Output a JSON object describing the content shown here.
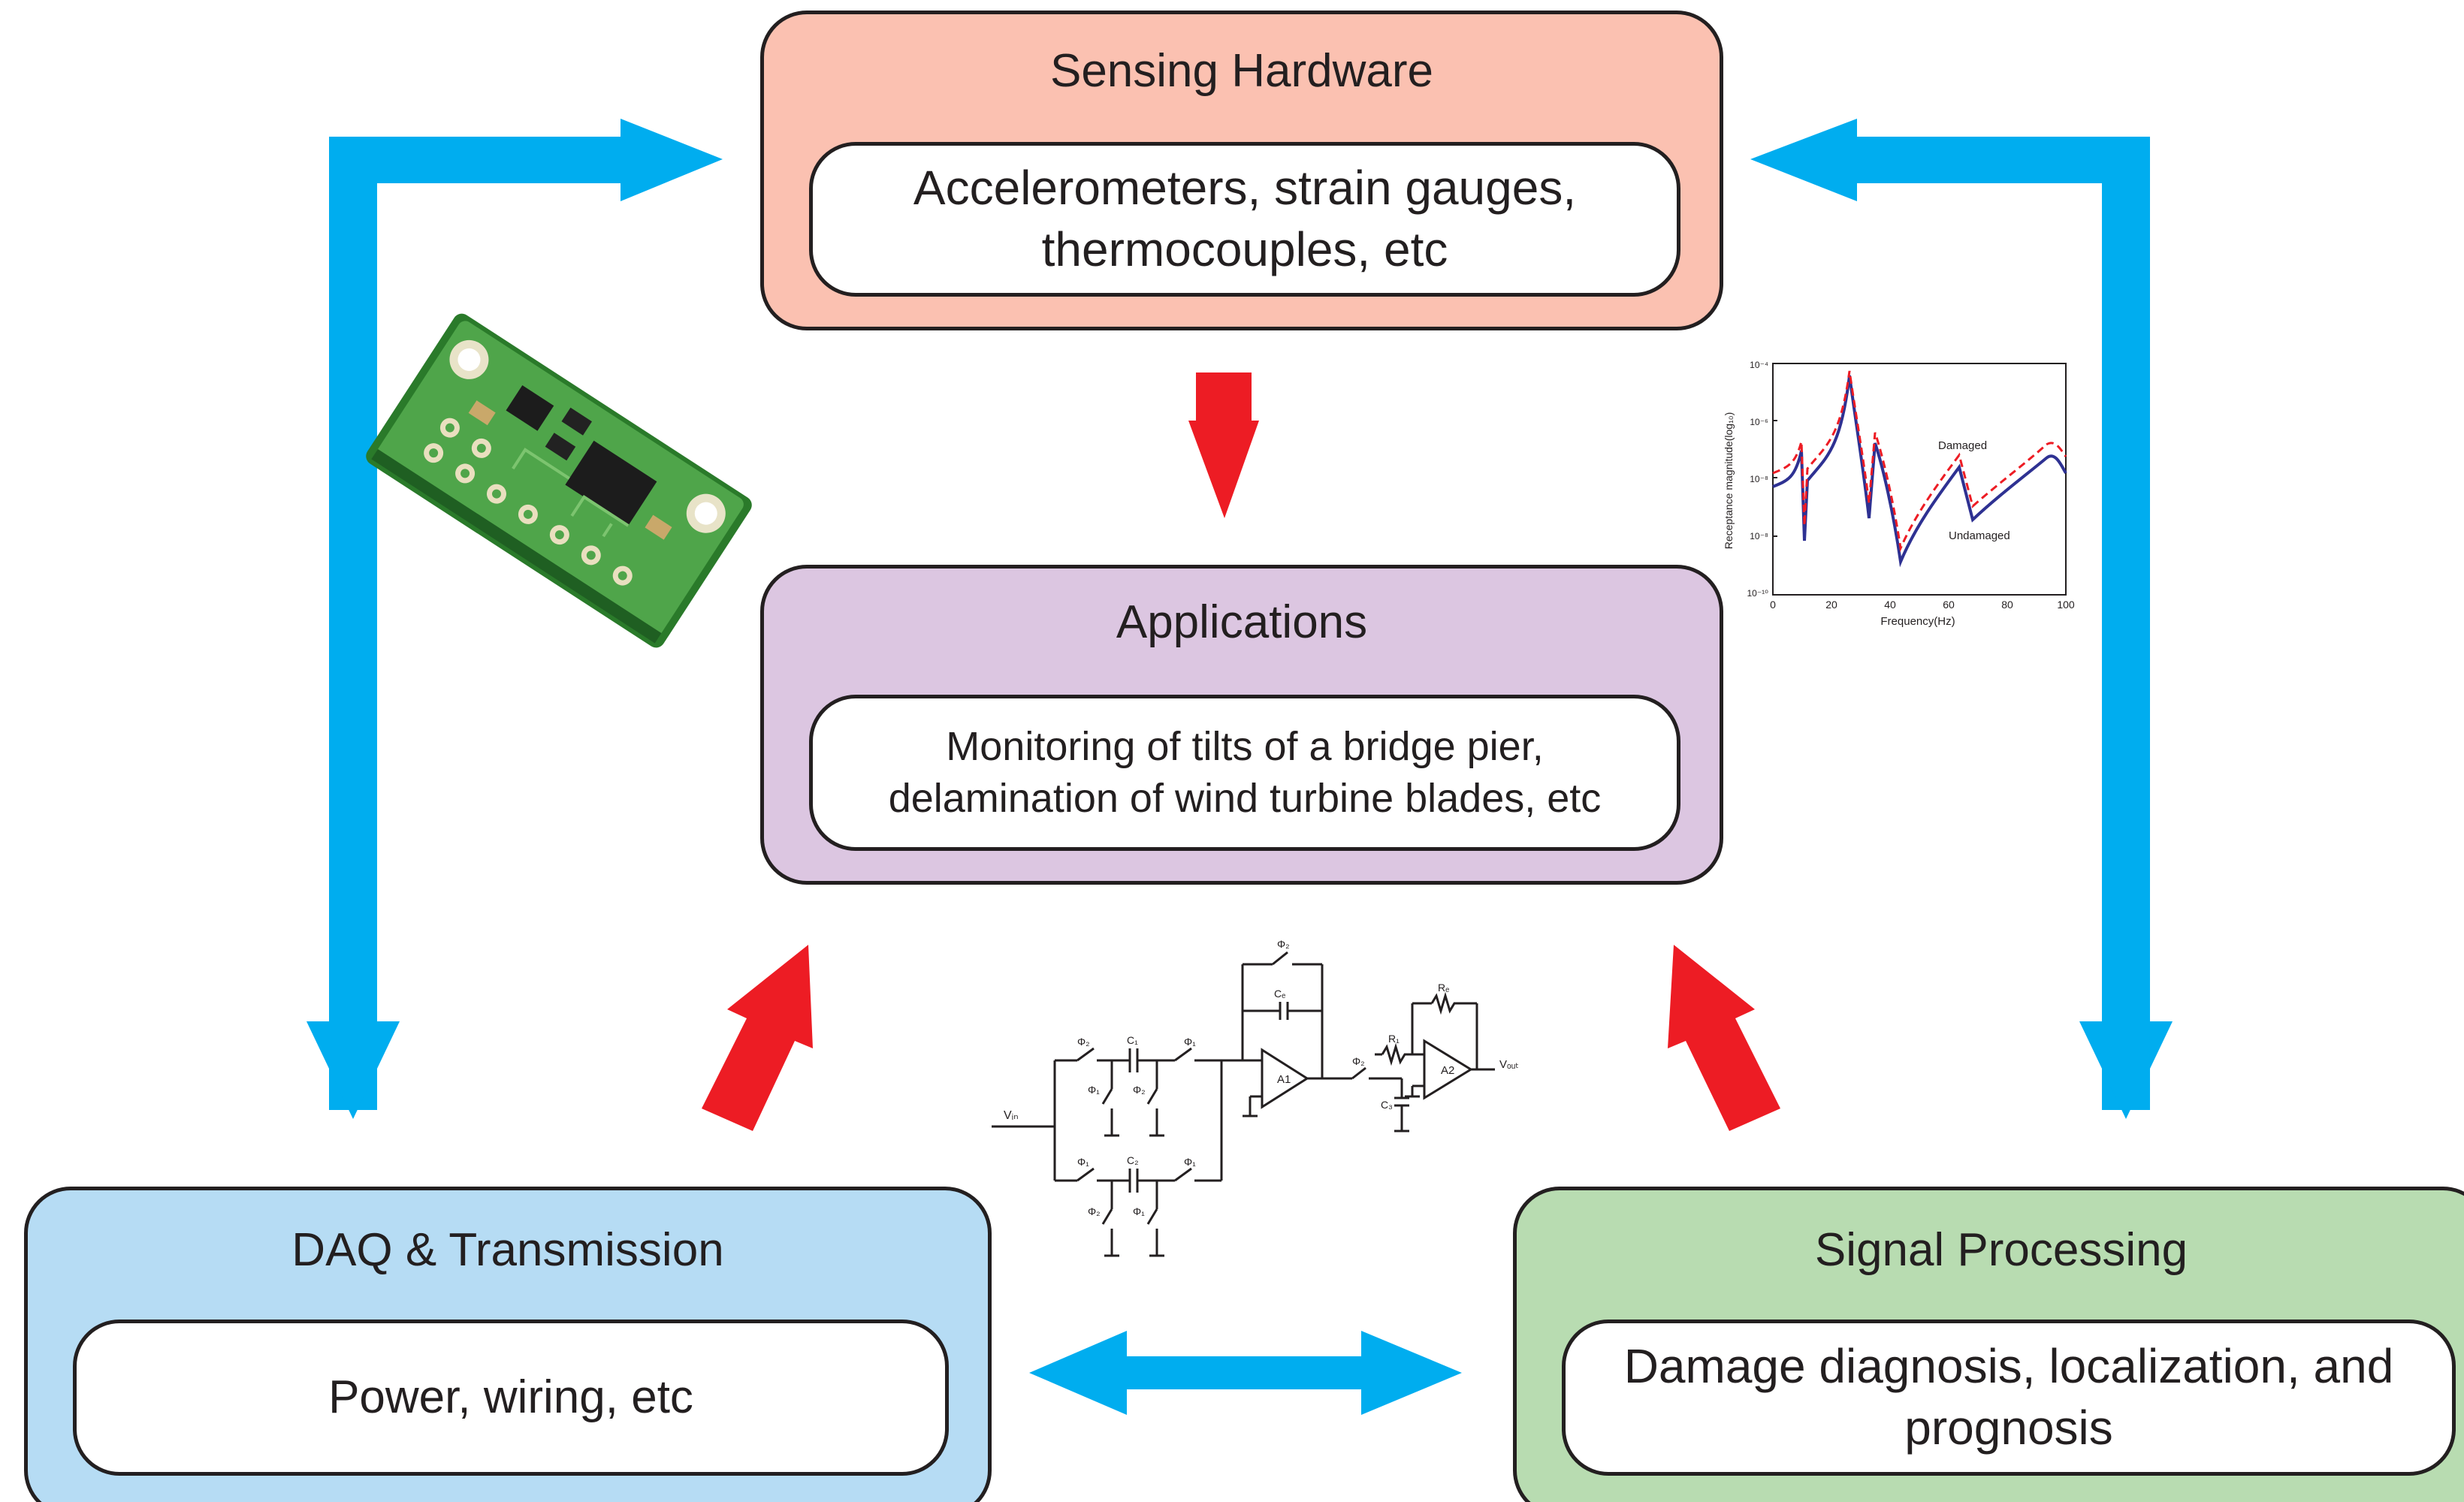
{
  "colors": {
    "sensing_fill": "#fbc1b1",
    "applications_fill": "#dcc6e1",
    "daq_fill": "#b6dcf4",
    "signal_fill": "#b8dcb1",
    "blue_arrow": "#00adef",
    "red_arrow": "#ed1c24",
    "pcb_green": "#3f9a3a"
  },
  "boxes": {
    "sensing": {
      "title": "Sensing Hardware",
      "detail_line1": "Accelerometers, strain gauges,",
      "detail_line2": "thermocouples, etc"
    },
    "applications": {
      "title": "Applications",
      "detail_line1": "Monitoring of tilts of a bridge pier,",
      "detail_line2": "delamination of wind turbine blades, etc"
    },
    "daq": {
      "title": "DAQ & Transmission",
      "detail": "Power, wiring, etc"
    },
    "signal": {
      "title": "Signal Processing",
      "detail_line1": "Damage diagnosis, localization, and",
      "detail_line2": "prognosis"
    }
  },
  "plot": {
    "ylabel": "Receptance magnitude(log₁₀)",
    "xlabel": "Frequency(Hz)",
    "xticks": [
      "0",
      "20",
      "40",
      "60",
      "80",
      "100"
    ],
    "yticks": [
      "10⁻⁴",
      "10⁻⁶",
      "10⁻⁸",
      "10⁻⁸",
      "10⁻¹⁰"
    ],
    "label_damaged": "Damaged",
    "label_undamaged": "Undamaged"
  },
  "circuit": {
    "vin": "Vᵢₙ",
    "vout": "Vₒᵤₜ",
    "phi1": "Φ₁",
    "phi2": "Φ₂",
    "c1": "C₁",
    "c2": "C₂",
    "cf": "Cₑ",
    "a1": "A1",
    "a2": "A2",
    "r1": "R₁",
    "rf": "Rₑ",
    "c3": "C₃"
  },
  "icons": {
    "pcb": "accelerometer-board-image",
    "plot": "frequency-response-plot",
    "circuit": "switched-capacitor-circuit"
  }
}
